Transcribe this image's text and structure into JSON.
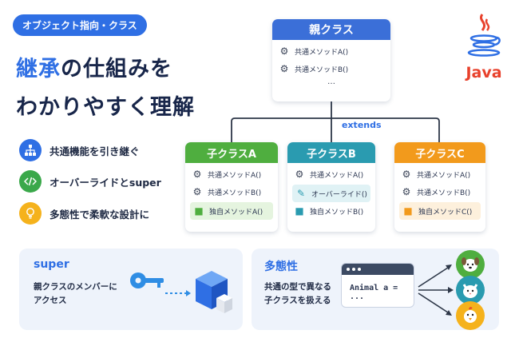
{
  "tag": "オブジェクト指向・クラス",
  "title": {
    "line1_accent": "継承",
    "line1_rest": "の仕組みを",
    "line2": "わかりやすく理解"
  },
  "features": [
    {
      "label": "共通機能を引き継ぐ",
      "icon": "hierarchy-icon",
      "color": "#2f6fe4"
    },
    {
      "label": "オーバーライドとsuper",
      "icon": "code-icon",
      "color": "#3aa84a"
    },
    {
      "label": "多態性で柔軟な設計に",
      "icon": "lightbulb-icon",
      "color": "#f5b21c"
    }
  ],
  "java_logo": {
    "text": "Java",
    "color": "#e8412c"
  },
  "parent": {
    "title": "親クラス",
    "color": "#3b6fd8",
    "methods": [
      "共通メソッドA()",
      "共通メソッドB()"
    ],
    "ellipsis": "…"
  },
  "extends_label": "extends",
  "children": [
    {
      "title": "子クラスA",
      "color": "#4fae3f",
      "rows": [
        {
          "text": "共通メソッドA()",
          "icon": "gear-icon"
        },
        {
          "text": "共通メソッドB()",
          "icon": "gear-icon"
        },
        {
          "text": "独自メソッドA()",
          "icon": "cube-icon",
          "highlight": "#e5f4df",
          "iconColor": "#4fae3f"
        }
      ]
    },
    {
      "title": "子クラスB",
      "color": "#2a9bb0",
      "rows": [
        {
          "text": "共通メソッドA()",
          "icon": "gear-icon"
        },
        {
          "text": "オーバーライド()",
          "icon": "pencil-icon",
          "highlight": "#e0f2f5",
          "iconColor": "#2a9bb0"
        },
        {
          "text": "独自メソッドB()",
          "icon": "cube-icon",
          "iconColor": "#2a9bb0"
        }
      ]
    },
    {
      "title": "子クラスC",
      "color": "#f29a1c",
      "rows": [
        {
          "text": "共通メソッドA()",
          "icon": "gear-icon"
        },
        {
          "text": "共通メソッドB()",
          "icon": "gear-icon"
        },
        {
          "text": "独自メソッドC()",
          "icon": "cube-icon",
          "highlight": "#fdf0dc",
          "iconColor": "#f29a1c"
        }
      ]
    }
  ],
  "super_panel": {
    "title": "super",
    "text_line1": "親クラスのメンバーに",
    "text_line2": "アクセス"
  },
  "poly_panel": {
    "title": "多態性",
    "text_line1": "共通の型で異なる",
    "text_line2": "子クラスを扱える",
    "code": "Animal a = ..."
  },
  "animals": [
    {
      "name": "dog-icon",
      "bg": "#4fae3f",
      "glyph": "🐶"
    },
    {
      "name": "cat-icon",
      "bg": "#2a9bb0",
      "glyph": "🐱"
    },
    {
      "name": "bird-icon",
      "bg": "#f5b21c",
      "glyph": "🐤"
    }
  ]
}
